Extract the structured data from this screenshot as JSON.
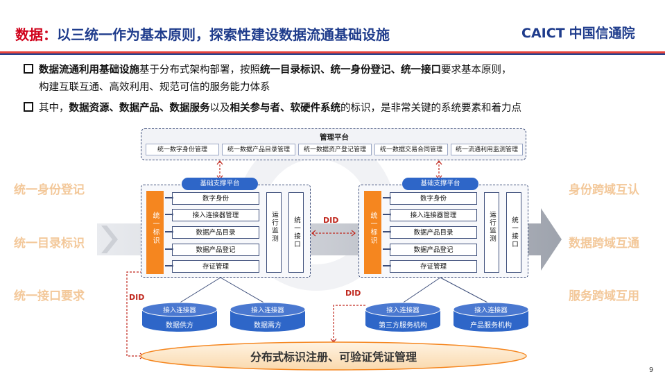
{
  "header": {
    "title_prefix": "数据：",
    "title_main": "以三统一作为基本原则，探索性建设数据流通基础设施",
    "logo_brand": "CAICT",
    "logo_cn": "中国信通院"
  },
  "bullets": [
    {
      "line1_bold1": "数据流通利用基础设施",
      "line1_text1": "基于分布式架构部署，按照",
      "line1_bold2": "统一目录标识、统一身份登记、统一接口",
      "line1_text2": "要求基本原则，",
      "line2": "构建互联互通、高效利用、规范可信的服务能力体系"
    },
    {
      "t1": "其中，",
      "b1": "数据资源、数据产品、数据服务",
      "t2": "以及",
      "b2": "相关参与者、软硬件系统",
      "t3": "的标识，是非常关键的系统要素和着力点"
    }
  ],
  "left_labels": [
    "统一身份登记",
    "统一目录标识",
    "统一接口要求"
  ],
  "right_labels": [
    "身份跨域互认",
    "数据跨域互通",
    "服务跨域互用"
  ],
  "management": {
    "title": "管理平台",
    "items": [
      "统一数字身份管理",
      "统一数据产品目录管理",
      "统一数据资产登记管理",
      "统一数据交易合同管理",
      "统一流通利用监测管理"
    ]
  },
  "node_left": {
    "platform": "基础支撑平台",
    "identifier": "统一标识",
    "modules": [
      "数字身份",
      "接入连接器管理",
      "数据产品目录",
      "数据产品登记",
      "存证管理"
    ],
    "monitor": "运行监测",
    "interface": "统一接口"
  },
  "node_right": {
    "platform": "基础支撑平台",
    "identifier": "统一标识",
    "modules": [
      "数字身份",
      "接入连接器管理",
      "数据产品目录",
      "数据产品登记",
      "存证管理"
    ],
    "monitor": "运行监测",
    "interface": "统一接口"
  },
  "did_labels": {
    "middle": "DID",
    "left": "DID",
    "center": "DID"
  },
  "connectors": [
    {
      "top": "接入连接器",
      "name": "数据供方"
    },
    {
      "top": "接入连接器",
      "name": "数据需方"
    },
    {
      "top": "接入连接器",
      "name": "第三方服务机构"
    },
    {
      "top": "接入连接器",
      "name": "产品服务机构"
    }
  ],
  "bottom_bar": "分布式标识注册、可验证凭证管理",
  "page_number": "9",
  "colors": {
    "title_accent": "#d0021b",
    "title_main": "#1f3c8c",
    "orange": "#f5861f",
    "blue": "#2e66c8",
    "side_label": "#f3c89a"
  }
}
